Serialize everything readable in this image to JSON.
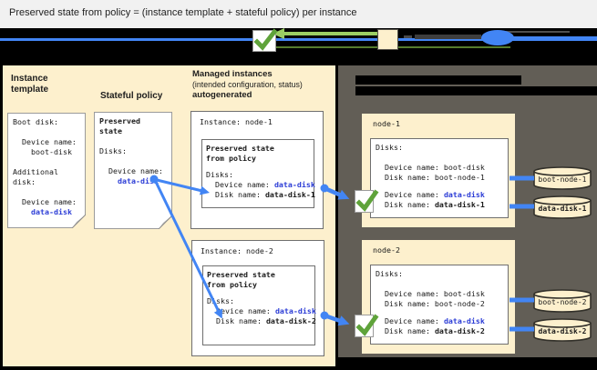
{
  "title": "Preserved state from policy = (instance template + stateful policy) per instance",
  "colors": {
    "accent_blue": "#4285f4",
    "blue_text": "#2b3cd6",
    "check_green": "#5fa33a",
    "panel_beige": "#fdf0cd",
    "panel_dark": "#625e56",
    "legend_light_green": "#9bce63",
    "legend_dark_green": "#567d2e"
  },
  "left_panel": {
    "instance_template": {
      "label_line1": "Instance",
      "label_line2": "template",
      "line_boot_header": "Boot disk:",
      "line_device_label1": "  Device name:",
      "line_boot_value": "    boot-disk",
      "line_additional1": "Additional",
      "line_additional2": "disk:",
      "line_device_label2": "  Device name:",
      "line_data_value": "    data-disk"
    },
    "stateful_policy": {
      "label": "Stateful policy",
      "line_preserved1": "Preserved",
      "line_preserved2": "state",
      "line_disks": "Disks:",
      "line_device_label": "  Device name:",
      "line_data_value": "    data-disk"
    },
    "managed_header": {
      "line1": "Managed instances",
      "line2": "(intended configuration, status)",
      "line3": "autogenerated"
    },
    "instances": [
      {
        "title": "Instance: node-1",
        "preserved1": "Preserved state",
        "preserved2": "from policy",
        "disks_label": "Disks:",
        "device_prefix": "  Device name: ",
        "device_value": "data-disk",
        "disk_prefix": "  Disk name: ",
        "disk_value": "data-disk-1"
      },
      {
        "title": "Instance: node-2",
        "preserved1": "Preserved state",
        "preserved2": "from policy",
        "disks_label": "Disks:",
        "device_prefix": "  Device name: ",
        "device_value": "data-disk",
        "disk_prefix": "  Disk name: ",
        "disk_value": "data-disk-2"
      }
    ]
  },
  "right_panel": {
    "nodes": [
      {
        "title": "node-1",
        "disks_label": "Disks:",
        "boot_device_line": "  Device name: boot-disk",
        "boot_disk_line": "  Disk name: boot-node-1",
        "device_prefix": "  Device name: ",
        "device_value": "data-disk",
        "disk_prefix": "  Disk name: ",
        "disk_value": "data-disk-1"
      },
      {
        "title": "node-2",
        "disks_label": "Disks:",
        "boot_device_line": "  Device name: boot-disk",
        "boot_disk_line": "  Disk name: boot-node-2",
        "device_prefix": "  Device name: ",
        "device_value": "data-disk",
        "disk_prefix": "  Disk name: ",
        "disk_value": "data-disk-2"
      }
    ],
    "disks": [
      "boot-node-1",
      "data-disk-1",
      "boot-node-2",
      "data-disk-2"
    ]
  }
}
